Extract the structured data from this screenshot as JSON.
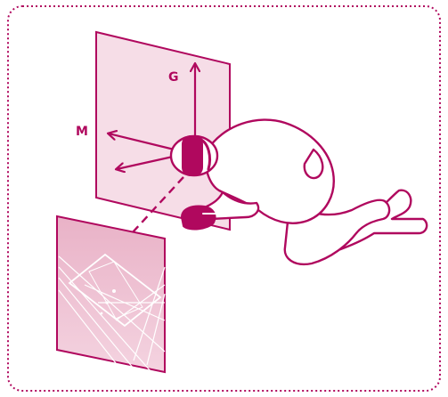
{
  "labels": {
    "gravity_axis": "G",
    "magnetic_axis": "M"
  },
  "colors": {
    "primary": "#b0085e",
    "plane_fill": "#f6dde7",
    "screen_top": "#e9b2c7",
    "screen_bottom": "#f4d3e0",
    "body_fill": "#ffffff",
    "background": "#ffffff"
  },
  "icons": {
    "person": "crouching-person-with-headset",
    "device": "handheld-controller",
    "display": "projected-screen-panel"
  }
}
